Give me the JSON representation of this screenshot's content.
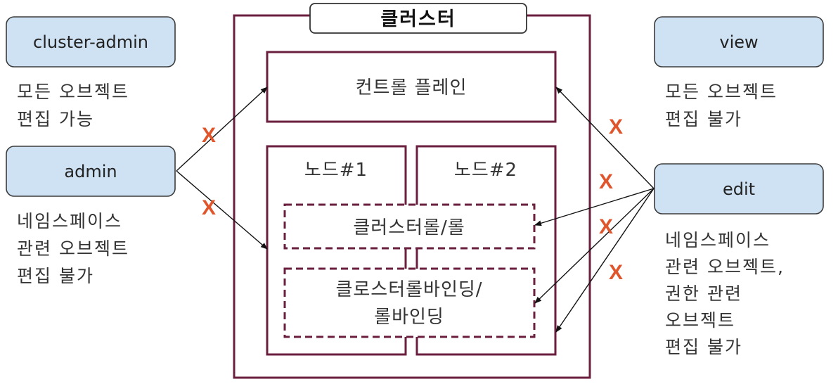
{
  "cluster": {
    "title": "클러스터",
    "control_plane": "컨트롤 플레인",
    "node1": "노드#1",
    "node2": "노드#2",
    "cluster_role": "클러스터롤/롤",
    "binding_line1": "클로스터롤바인딩/",
    "binding_line2": "롤바인딩"
  },
  "roles": {
    "cluster_admin": {
      "label": "cluster-admin",
      "desc": [
        "모든 오브젝트",
        "편집 가능"
      ]
    },
    "admin": {
      "label": "admin",
      "desc": [
        "네임스페이스",
        "관련 오브젝트",
        "편집 불가"
      ]
    },
    "view": {
      "label": "view",
      "desc": [
        "모든 오브젝트",
        "편집 불가"
      ]
    },
    "edit": {
      "label": "edit",
      "desc": [
        "네임스페이스",
        "관련 오브젝트,",
        "권한 관련",
        "오브젝트",
        "편집 불가"
      ]
    }
  },
  "marks": {
    "x": "X"
  },
  "colors": {
    "role_box_fill": "#cfe2f3",
    "role_box_stroke": "#3c3c3c",
    "cluster_stroke": "#6b1f3e",
    "x_mark": "#e0562c"
  }
}
